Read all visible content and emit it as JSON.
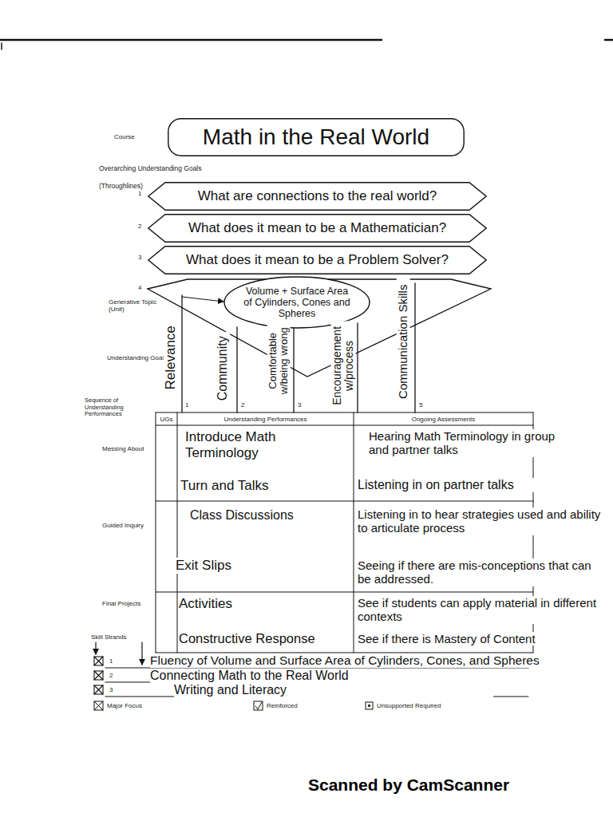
{
  "diagram": {
    "nodes": [
      {
        "text": [
          "Math in the Real World"
        ]
      },
      {
        "text": [
          "What are connections to the real world?"
        ]
      },
      {
        "text": [
          "What does it mean to be a Mathematician?"
        ]
      },
      {
        "text": [
          "What does it mean to be a Problem Solver?"
        ]
      },
      {
        "text": [
          "Volume + Surface Area of Cylinders, Cones and Spheres"
        ]
      }
    ],
    "labels": [
      "Course",
      "Overarching Understanding Goals (Throughlines)",
      "1",
      "2",
      "3",
      "4",
      "Generative Topic (Unit)",
      "Understanding Goals",
      "Relevance",
      "Community",
      "Comfortable w/being wrong",
      "Encouragement w/process",
      "Communication Skills",
      "1",
      "2",
      "3",
      "5",
      "Sequence of Understanding Performances",
      "UGs",
      "Understanding Performances",
      "Ongoing Assessments",
      "Messing About",
      "Introduce Math Terminology",
      "Hearing Math Terminology in group and partner talks",
      "Turn and Talks",
      "Listening in on partner talks",
      "Guided Inquiry",
      "Class Discussions",
      "Listening in to hear strategies used and ability to articulate process",
      "Exit Slips",
      "Seeing if there are mis-conceptions that can be addressed.",
      "Final Projects",
      "Activities",
      "See if students can apply material in different contexts",
      "Skill Strands",
      "Constructive Response",
      "See if there is Mastery of Content",
      "1",
      "Fluency of Volume and Surface Area of Cylinders, Cones, and Spheres",
      "2",
      "Connecting Math to the Real World",
      "3",
      "Writing and Literacy",
      "Scanned by CamScanner"
    ],
    "legend": [
      {
        "text": "Major Focus"
      },
      {
        "text": "Reinforced"
      },
      {
        "text": "Unsupported Required"
      }
    ]
  }
}
